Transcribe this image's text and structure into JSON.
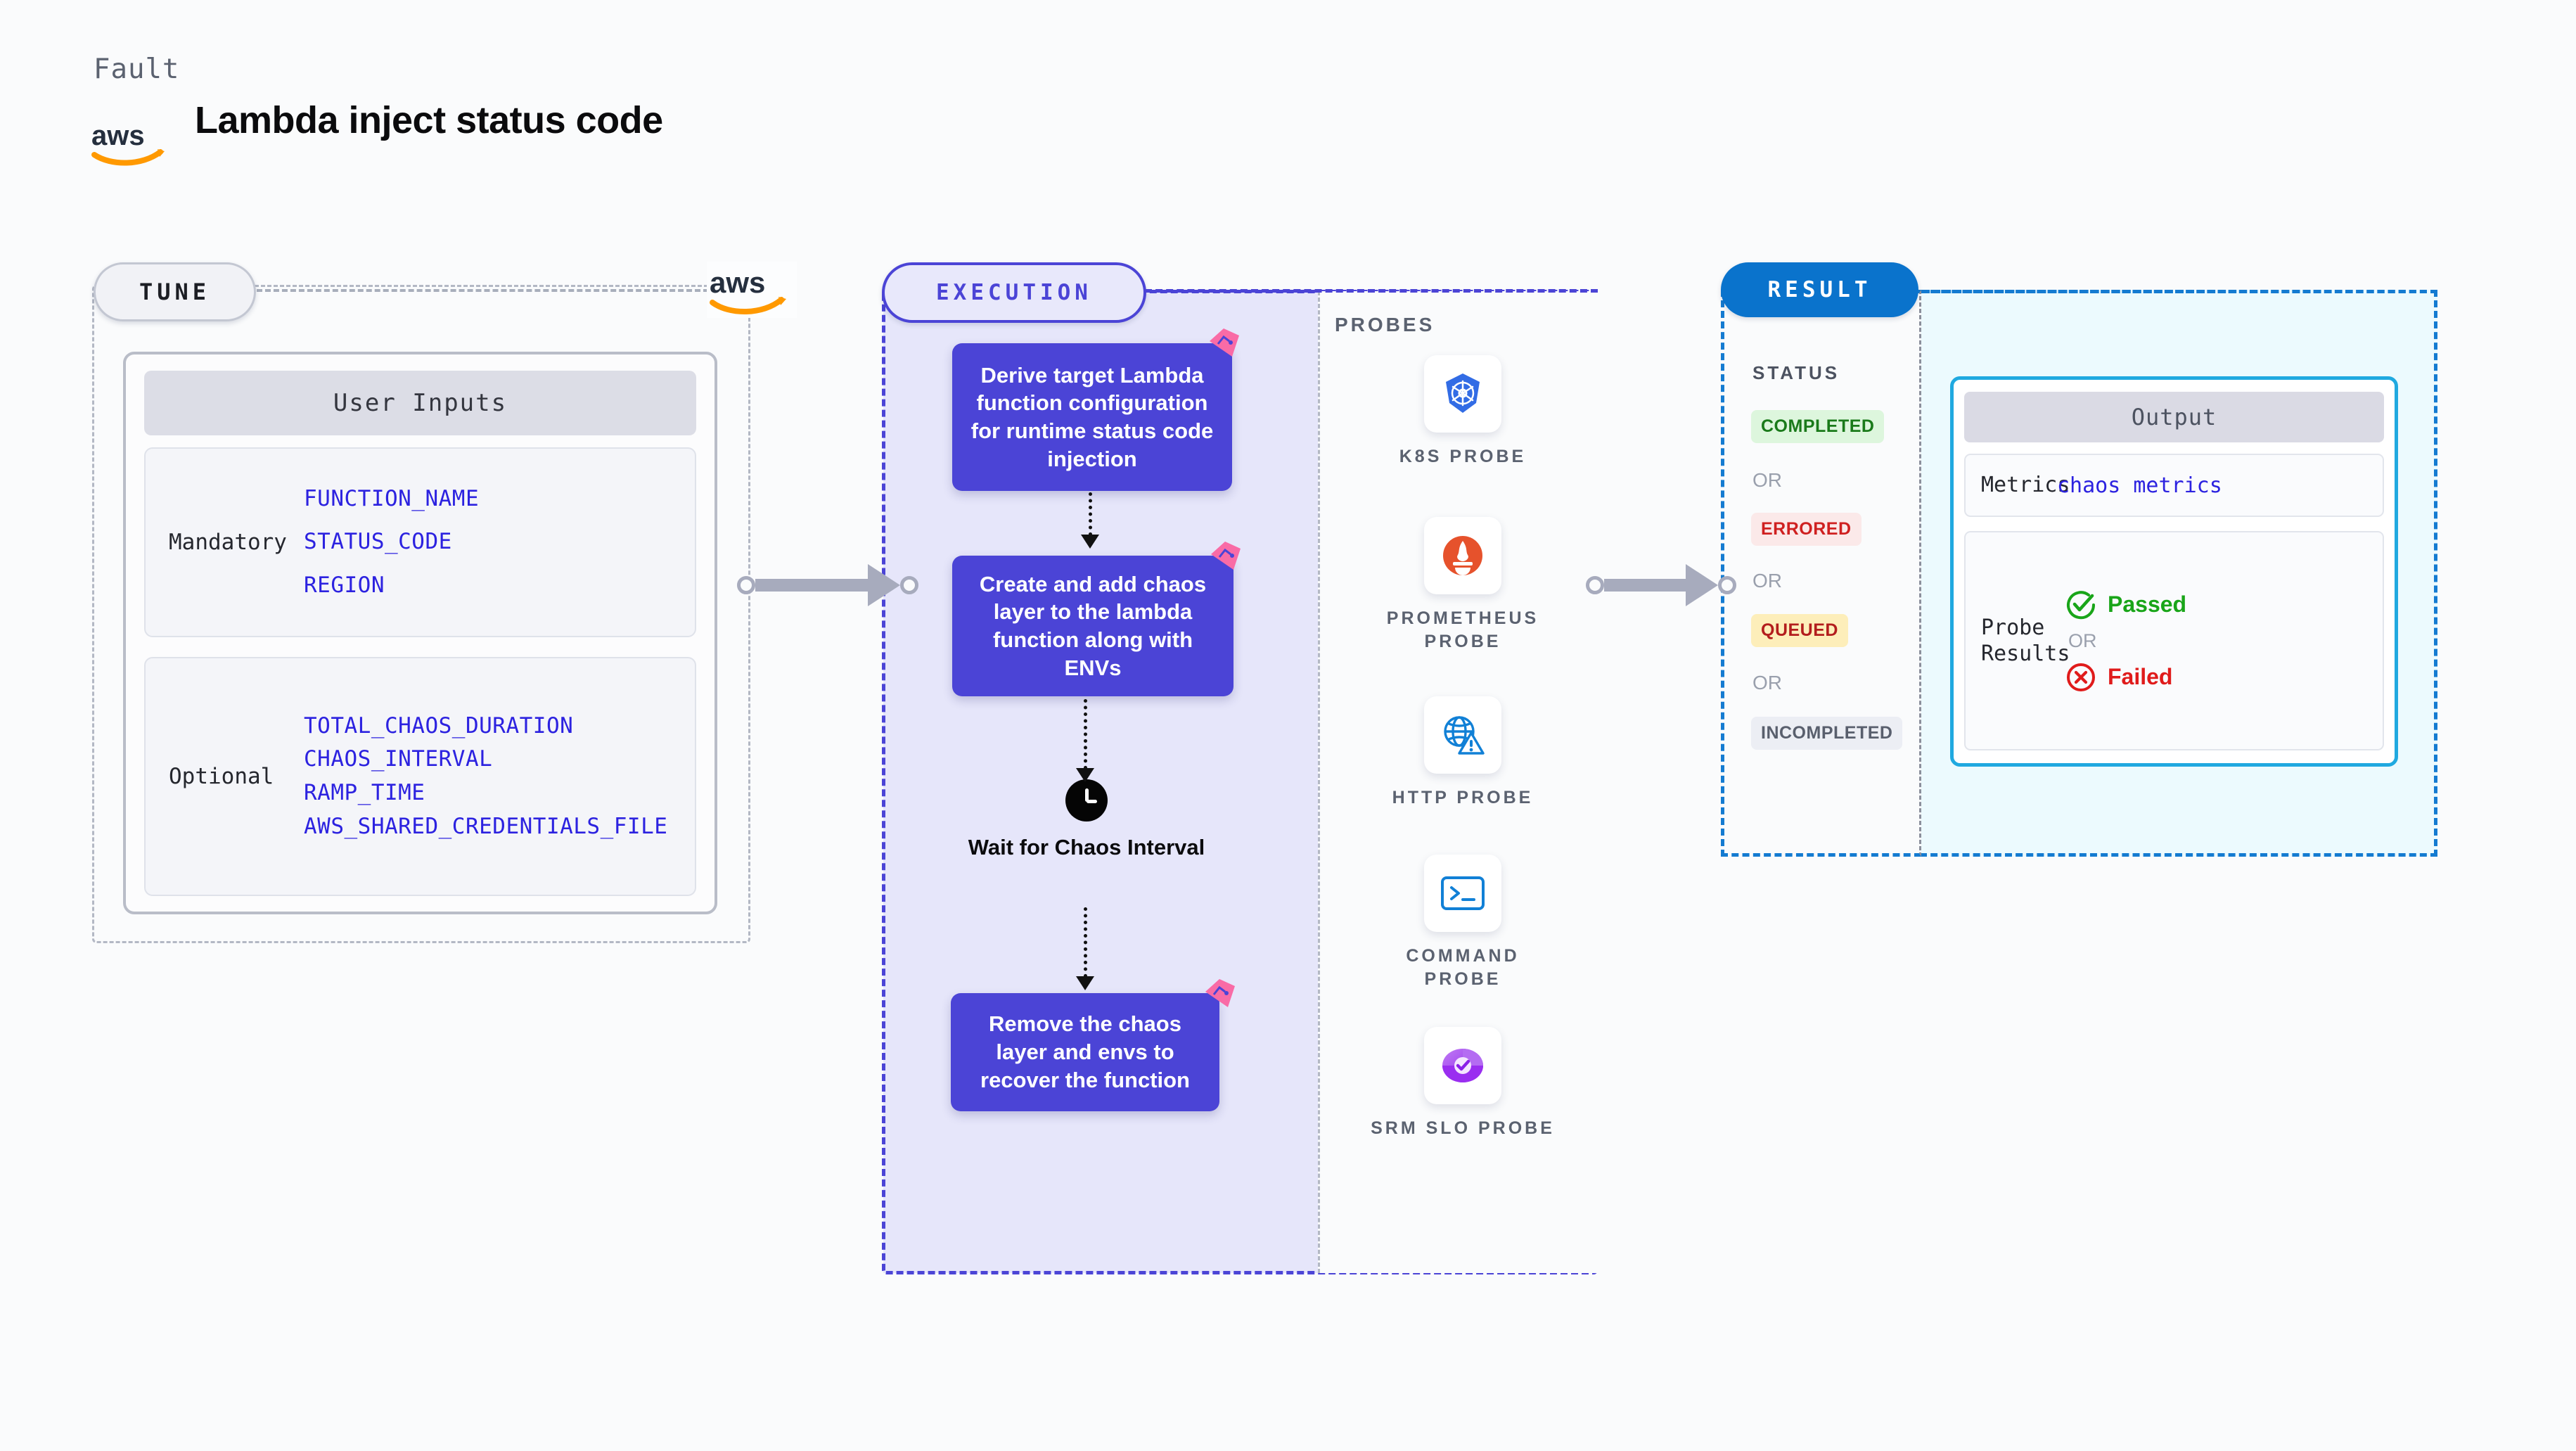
{
  "header": {
    "kicker": "Fault",
    "title": "Lambda inject status code",
    "logo": "aws-logo"
  },
  "tune": {
    "pill_label": "TUNE",
    "provider_logo": "aws-logo",
    "card_title": "User Inputs",
    "groups": [
      {
        "label": "Mandatory",
        "values": [
          "FUNCTION_NAME",
          "STATUS_CODE",
          "REGION"
        ]
      },
      {
        "label": "Optional",
        "values": [
          "TOTAL_CHAOS_DURATION",
          "CHAOS_INTERVAL",
          "RAMP_TIME",
          "AWS_SHARED_CREDENTIALS_FILE"
        ]
      }
    ]
  },
  "execution": {
    "pill_label": "EXECUTION",
    "steps": [
      "Derive target Lambda function configuration for runtime status code injection",
      "Create and add chaos layer to the lambda function along with ENVs",
      "Remove the chaos layer and envs to recover the function"
    ],
    "wait_node": {
      "icon": "clock-icon",
      "label": "Wait for Chaos Interval"
    },
    "chaos_marker": "litmus-chaos-icon"
  },
  "probes": {
    "title": "PROBES",
    "items": [
      {
        "label": "K8S PROBE",
        "icon": "kubernetes-icon"
      },
      {
        "label": "PROMETHEUS PROBE",
        "icon": "prometheus-icon"
      },
      {
        "label": "HTTP PROBE",
        "icon": "http-globe-warning-icon"
      },
      {
        "label": "COMMAND PROBE",
        "icon": "terminal-icon"
      },
      {
        "label": "SRM SLO PROBE",
        "icon": "srm-slo-icon"
      }
    ]
  },
  "result": {
    "pill_label": "RESULT",
    "status_title": "STATUS",
    "or_label": "OR",
    "statuses": [
      {
        "label": "COMPLETED",
        "bg": "#ddf6dd",
        "fg": "#1a7a1a"
      },
      {
        "label": "ERRORED",
        "bg": "#fbe9e9",
        "fg": "#cf2020"
      },
      {
        "label": "QUEUED",
        "bg": "#fdeeba",
        "fg": "#b31d1d"
      },
      {
        "label": "INCOMPLETED",
        "bg": "#eceef4",
        "fg": "#595f6d"
      }
    ],
    "output": {
      "title": "Output",
      "metrics_key": "Metrics",
      "metrics_value": "chaos metrics",
      "probe_key": "Probe Results",
      "passed_label": "Passed",
      "failed_label": "Failed",
      "or_label": "OR",
      "passed_icon": "check-circle-icon",
      "failed_icon": "x-circle-icon"
    }
  },
  "colors": {
    "accent_purple": "#4b44d6",
    "accent_blue": "#147bd1",
    "chaos_pink": "#f96ba6",
    "aws_orange": "#ff9900",
    "exec_fill": "#e6e6fa",
    "output_fill": "#ecfafe"
  }
}
